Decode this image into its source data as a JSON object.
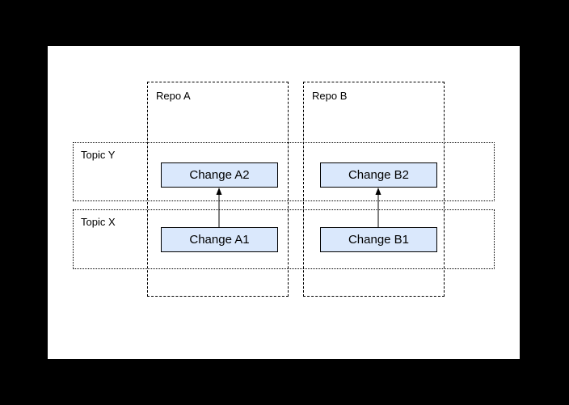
{
  "diagram": {
    "repo_a": {
      "label": "Repo A"
    },
    "repo_b": {
      "label": "Repo B"
    },
    "topic_y": {
      "label": "Topic Y"
    },
    "topic_x": {
      "label": "Topic X"
    },
    "change_a2": {
      "label": "Change A2"
    },
    "change_b2": {
      "label": "Change B2"
    },
    "change_a1": {
      "label": "Change A1"
    },
    "change_b1": {
      "label": "Change B1"
    },
    "arrows": [
      {
        "from": "Change A1",
        "to": "Change A2"
      },
      {
        "from": "Change B1",
        "to": "Change B2"
      }
    ],
    "colors": {
      "page_background": "#000000",
      "canvas_background": "#ffffff",
      "change_fill": "#dae8fc",
      "line": "#000000"
    }
  }
}
